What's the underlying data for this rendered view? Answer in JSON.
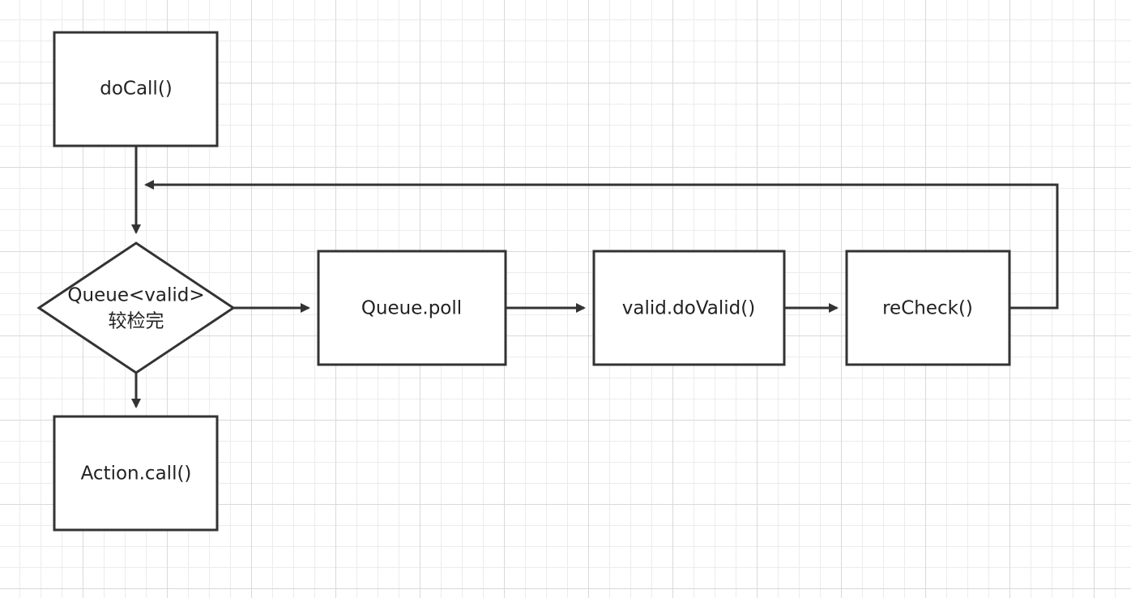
{
  "diagram": {
    "nodes": {
      "docall": {
        "label": "doCall()"
      },
      "check": {
        "label_line1": "Queue<valid>",
        "label_line2": "较检完"
      },
      "poll": {
        "label": "Queue.poll"
      },
      "dovalid": {
        "label": "valid.doValid()"
      },
      "recheck": {
        "label": "reCheck()"
      },
      "action": {
        "label": "Action.call()"
      }
    },
    "edges": [
      {
        "from": "docall",
        "to": "check"
      },
      {
        "from": "check",
        "to": "poll"
      },
      {
        "from": "poll",
        "to": "dovalid"
      },
      {
        "from": "dovalid",
        "to": "recheck"
      },
      {
        "from": "recheck",
        "to": "check"
      },
      {
        "from": "check",
        "to": "action"
      }
    ],
    "colors": {
      "stroke": "#333333",
      "grid_major": "#d9d9d9",
      "grid_minor": "#ececec",
      "background": "#ffffff"
    }
  }
}
